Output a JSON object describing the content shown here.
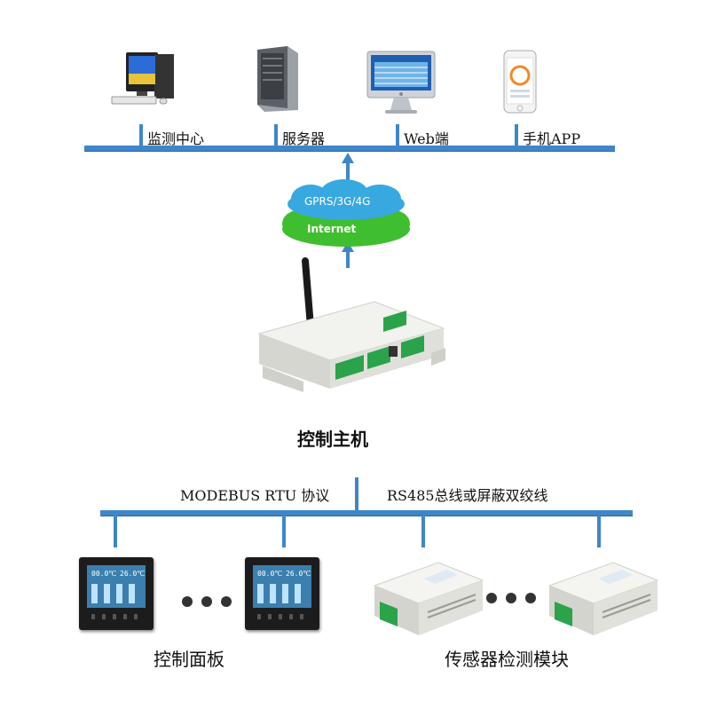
{
  "top_nodes": [
    {
      "label": "监测中心",
      "icon": "desktop-computer-icon"
    },
    {
      "label": "服务器",
      "icon": "server-tower-icon"
    },
    {
      "label": "Web端",
      "icon": "imac-monitor-icon"
    },
    {
      "label": "手机APP",
      "icon": "smartphone-icon"
    }
  ],
  "cloud": {
    "top_text": "GPRS/3G/4G",
    "bottom_text": "Internet"
  },
  "controller": {
    "label": "控制主机"
  },
  "bottom_bus": {
    "protocol_text": "MODEBUS RTU 协议",
    "medium_text": "RS485总线或屏蔽双绞线"
  },
  "devices": {
    "panel_label": "控制面板",
    "module_label": "传感器检测模块",
    "panel_screen_values": [
      "00.0℃",
      "26.0℃"
    ]
  },
  "colors": {
    "bus": "#3f86c9",
    "arrow": "#3f86c9",
    "cloud_blue": "#38a8e0",
    "cloud_green": "#3fbf2f"
  }
}
